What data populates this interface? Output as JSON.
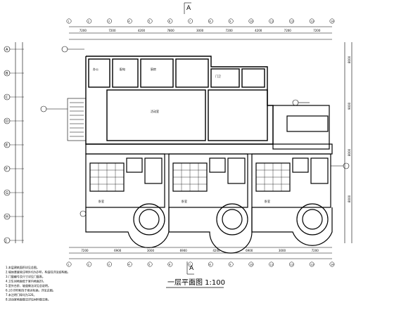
{
  "section_mark_top": "A",
  "section_mark_bottom": "A",
  "drawing_title": "一层平面图 1:100",
  "left_grid_labels": [
    "A",
    "B",
    "C",
    "D",
    "E",
    "F",
    "G",
    "H",
    "J"
  ],
  "top_grid_numbers": [
    "1",
    "2",
    "3",
    "4",
    "5",
    "6",
    "7",
    "8",
    "9",
    "10",
    "11",
    "12",
    "13",
    "14"
  ],
  "bottom_grid_numbers": [
    "1",
    "2",
    "3",
    "4",
    "5",
    "6",
    "7",
    "8",
    "9",
    "10",
    "11",
    "12",
    "13",
    "14"
  ],
  "top_dims": [
    "7200",
    "7200",
    "4200",
    "7800",
    "3000",
    "7200",
    "4200",
    "7200",
    "7200"
  ],
  "bottom_dims": [
    "7200",
    "6900",
    "3000",
    "6900",
    "4200",
    "6900",
    "3000",
    "7200"
  ],
  "right_dims": [
    "8000",
    "9000",
    "8000",
    "8000"
  ],
  "room_labels": [
    "办公",
    "配电",
    "厨房",
    "门卫",
    "活动室",
    "卧室",
    "卧室",
    "卧室"
  ],
  "notes": [
    "1.本层建筑面积详见总图。",
    "2.墙体厚度除注明外均为240，构造柱详见结构图。",
    "3.门窗编号及尺寸详见门窗表。",
    "4.卫生间地面低于室内地面20。",
    "5.室外台阶、坡道做法详见总说明。",
    "6.±0.000相当于绝对标高，详见总图。",
    "7.未注明门垛均为120。",
    "8.活动室地面做法详见材料做法表。"
  ]
}
